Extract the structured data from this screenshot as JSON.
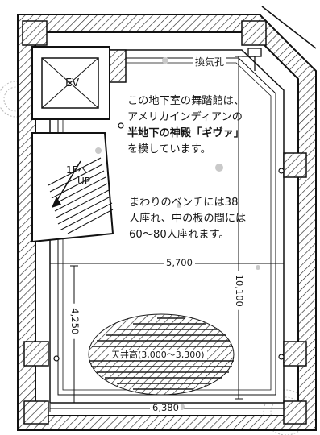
{
  "labels": {
    "elevator": "EV",
    "stairs_to_1f": "1Fへ",
    "stairs_up": "UP",
    "vent": "換気孔",
    "ceiling_height": "天井高(3,000〜3,300)"
  },
  "note_1": [
    "この地下室の舞踏館は、",
    "アメリカインディアンの",
    "半地下の神殿「ギヴァ」",
    "を模しています。"
  ],
  "note_2": [
    "まわりのベンチには38",
    "人座れ、中の板の間には",
    "60〜80人座れます。"
  ],
  "dimensions": {
    "inner_width": "5,700",
    "total_width": "6,380",
    "inner_depth": "10,100",
    "side_length": "4,250"
  }
}
